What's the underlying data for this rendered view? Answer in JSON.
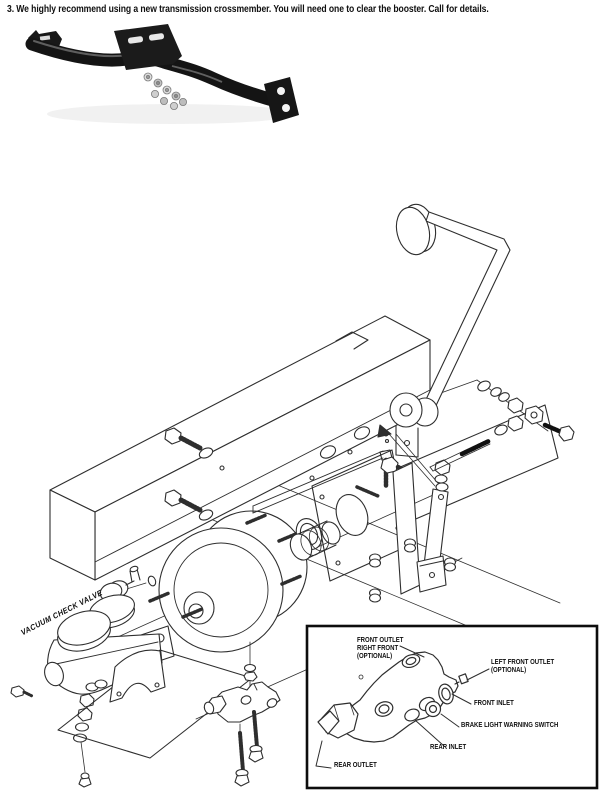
{
  "page": {
    "step_note": "3.  We highly recommend using a new transmission crossmember. You will need one to clear the booster. Call for details."
  },
  "diagram": {
    "vacuum_check_valve_label": "VACUUM CHECK VALVE",
    "inset_labels": {
      "front_outlet": "FRONT OUTLET\nRIGHT FRONT\n(OPTIONAL)",
      "left_front_outlet": "LEFT FRONT OUTLET\n(OPTIONAL)",
      "front_inlet": "FRONT INLET",
      "brake_light_warning_switch": "BRAKE LIGHT WARNING SWITCH",
      "rear_inlet": "REAR INLET",
      "rear_outlet": "REAR OUTLET"
    }
  },
  "colors": {
    "ink": "#2e2e2e",
    "inset_border": "#0d0d0d",
    "part_black": "#161616",
    "hardware_gray": "#b9b9b9"
  }
}
